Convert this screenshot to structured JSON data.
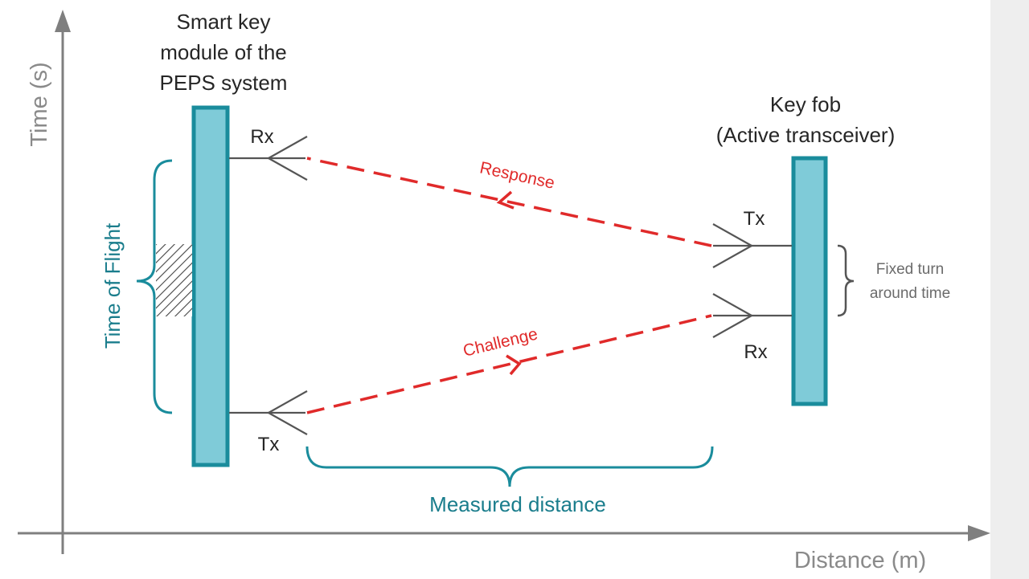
{
  "axes": {
    "y_label": "Time (s)",
    "x_label": "Distance (m)"
  },
  "smart_key": {
    "title_lines": [
      "Smart key",
      "module of the",
      "PEPS system"
    ],
    "rx_label": "Rx",
    "tx_label": "Tx",
    "tof_label": "Time of Flight"
  },
  "key_fob": {
    "title_lines": [
      "Key fob",
      "(Active transceiver)"
    ],
    "tx_label": "Tx",
    "rx_label": "Rx",
    "turnaround_lines": [
      "Fixed turn",
      "around time"
    ]
  },
  "signals": {
    "response_label": "Response",
    "challenge_label": "Challenge"
  },
  "measured_distance_label": "Measured distance",
  "colors": {
    "axis": "#7f7f7f",
    "bar_fill": "#7fcbd8",
    "bar_stroke": "#1a8c9c",
    "teal_text": "#1a7d8c",
    "signal_red": "#e02a2a",
    "antenna": "#555555",
    "text_dark": "#262626"
  }
}
